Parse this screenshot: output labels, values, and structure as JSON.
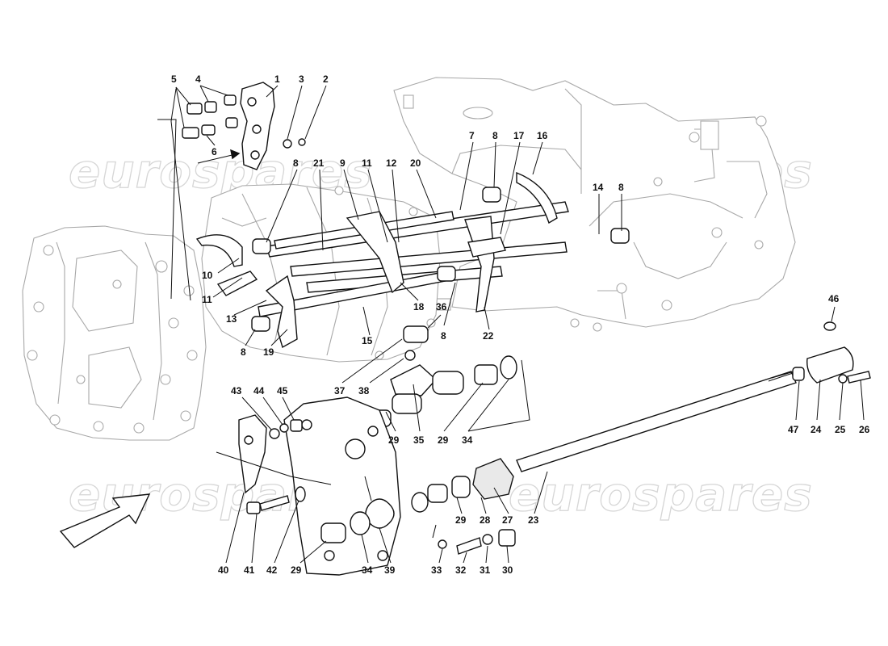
{
  "watermark": {
    "text": "eurospares"
  },
  "diagram": {
    "callouts": [
      "5",
      "4",
      "1",
      "3",
      "2",
      "6",
      "8",
      "21",
      "9",
      "11",
      "12",
      "20",
      "7",
      "8",
      "17",
      "16",
      "14",
      "8",
      "10",
      "11",
      "13",
      "8",
      "19",
      "15",
      "18",
      "36",
      "8",
      "22",
      "46",
      "43",
      "44",
      "45",
      "37",
      "38",
      "29",
      "35",
      "29",
      "34",
      "47",
      "24",
      "25",
      "26",
      "29",
      "28",
      "27",
      "23",
      "40",
      "41",
      "42",
      "29",
      "34",
      "39",
      "33",
      "32",
      "31",
      "30"
    ]
  }
}
